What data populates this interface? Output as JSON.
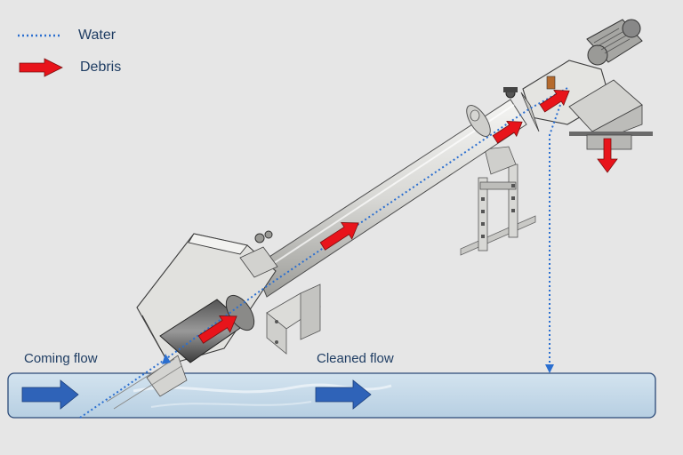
{
  "legend": {
    "water_label": "Water",
    "debris_label": "Debris"
  },
  "channel": {
    "coming_flow_label": "Coming flow",
    "cleaned_flow_label": "Cleaned flow"
  },
  "colors": {
    "background": "#e6e6e6",
    "water_line": "#2b6fd0",
    "debris_arrow": "#e8141b",
    "flow_arrow": "#2f63b8",
    "channel_fill": "#c9dcea",
    "channel_border": "#2c4a78",
    "label_text": "#1f3d63",
    "metal": "#d9d9d6"
  },
  "icons": {
    "water": "dotted-line",
    "debris": "red-arrow",
    "flow": "blue-arrow"
  }
}
